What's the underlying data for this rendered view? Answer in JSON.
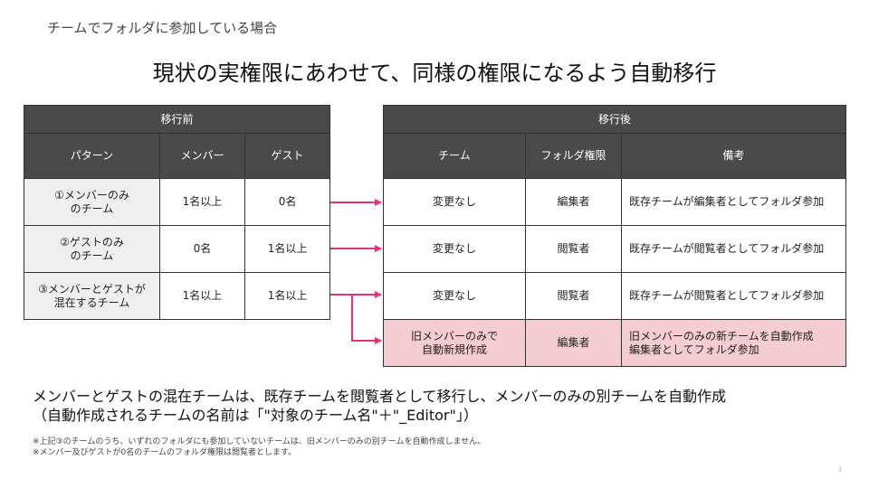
{
  "subtitle": "チームでフォルダに参加している場合",
  "headline": "現状の実権限にあわせて、同様の権限になるよう自動移行",
  "before": {
    "group_header": "移行前",
    "columns": [
      "パターン",
      "メンバー",
      "ゲスト"
    ],
    "rows": [
      {
        "pattern_line1": "①メンバーのみ",
        "pattern_line2": "のチーム",
        "member": "1名以上",
        "guest": "0名"
      },
      {
        "pattern_line1": "②ゲストのみ",
        "pattern_line2": "のチーム",
        "member": "0名",
        "guest": "1名以上"
      },
      {
        "pattern_line1": "③メンバーとゲストが",
        "pattern_line2": "混在するチーム",
        "member": "1名以上",
        "guest": "1名以上"
      }
    ]
  },
  "after": {
    "group_header": "移行後",
    "columns": [
      "チーム",
      "フォルダ権限",
      "備考"
    ],
    "rows": [
      {
        "team_line1": "変更なし",
        "team_line2": "",
        "permission": "編集者",
        "note_line1": "既存チームが編集者としてフォルダ参加",
        "note_line2": "",
        "highlight": false
      },
      {
        "team_line1": "変更なし",
        "team_line2": "",
        "permission": "閲覧者",
        "note_line1": "既存チームが閲覧者としてフォルダ参加",
        "note_line2": "",
        "highlight": false
      },
      {
        "team_line1": "変更なし",
        "team_line2": "",
        "permission": "閲覧者",
        "note_line1": "既存チームが閲覧者としてフォルダ参加",
        "note_line2": "",
        "highlight": false
      },
      {
        "team_line1": "旧メンバーのみで",
        "team_line2": "自動新規作成",
        "permission": "編集者",
        "note_line1": "旧メンバーのみの新チームを自動作成",
        "note_line2": "編集者としてフォルダ参加",
        "highlight": true
      }
    ]
  },
  "arrow_color": "#e8336e",
  "summary_line1": "メンバーとゲストの混在チームは、既存チームを閲覧者として移行し、メンバーのみの別チームを自動作成",
  "summary_line2": "（自動作成されるチームの名前は「\"対象のチーム名\"＋\"_Editor\"」）",
  "note1": "※上記③のチームのうち、いずれのフォルダにも参加していないチームは、旧メンバーのみの別チームを自動作成しません。",
  "note2": "※メンバー及びゲストが0名のチームのフォルダ権限は閲覧者とします。",
  "page_number": "1"
}
